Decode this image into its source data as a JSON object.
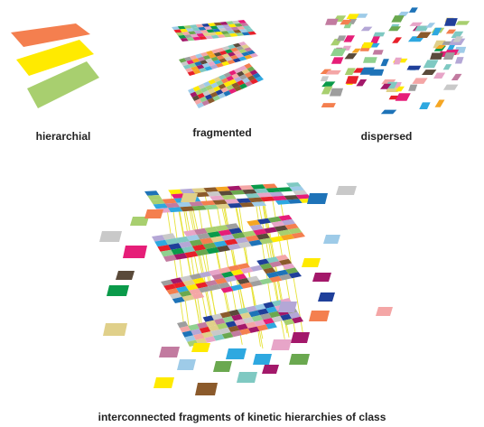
{
  "captions": {
    "hierarchical": "hierarchial",
    "fragmented": "fragmented",
    "dispersed": "dispersed",
    "interconnected": "interconnected fragments of kinetic hierarchies  of class"
  },
  "colors": {
    "layer_top": "#f47f4f",
    "layer_middle": "#ffea00",
    "layer_bottom": "#a8cf6f",
    "connector_lines": "#e6e23a",
    "palette": [
      "#f47f4f",
      "#ffea00",
      "#a8cf6f",
      "#e7a5c8",
      "#b4a7d6",
      "#7fc9c2",
      "#c9c9c9",
      "#9e9e9e",
      "#e0d08a",
      "#8fd18f",
      "#f4a6a6",
      "#9ecbe8",
      "#1f3f9a",
      "#0a9a4a",
      "#a3186a",
      "#e8202a",
      "#1e73b8",
      "#5a4a3a",
      "#e61e78",
      "#2ea8e0",
      "#f5a623",
      "#8b5a2b",
      "#6aa84f",
      "#c27ba0"
    ]
  }
}
